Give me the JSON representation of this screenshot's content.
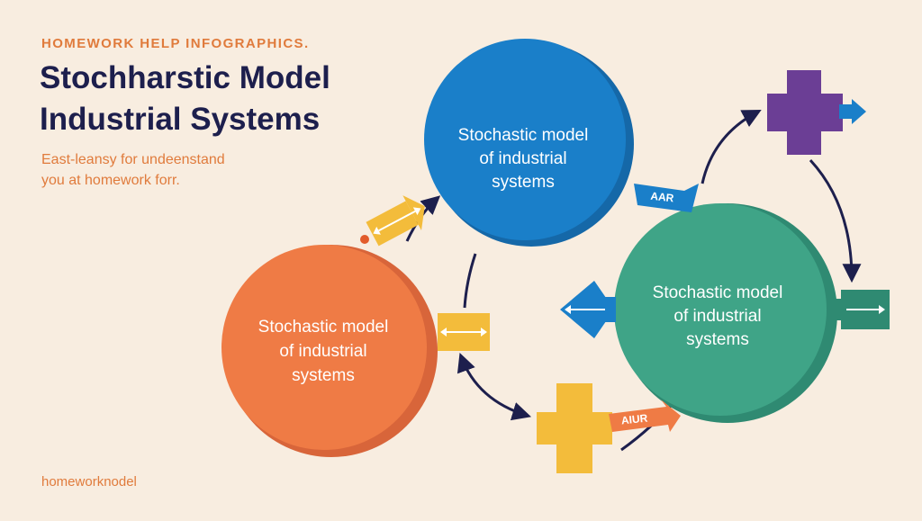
{
  "header": {
    "eyebrow": "HOMEWORK HELP INFOGRAPHICS.",
    "title_line1": "Stochharstic Model",
    "title_line2": "Industrial Systems",
    "subtitle_line1": "East-leansy for undeenstand",
    "subtitle_line2": "you at homework forr."
  },
  "footer": {
    "text": "homeworknodel"
  },
  "nodes": [
    {
      "id": "blue",
      "color": "#1a7fc9",
      "lines": [
        "Stochastic model",
        "of industrial",
        "systems"
      ]
    },
    {
      "id": "orange",
      "color": "#ef7b45",
      "lines": [
        "Stochastic model",
        "of industrial",
        "systems"
      ]
    },
    {
      "id": "teal",
      "color": "#3fa487",
      "lines": [
        "Stochastic model",
        "of  industrial",
        "systems"
      ]
    }
  ],
  "tags": {
    "blue_ribbon": "AAR",
    "orange_ribbon": "AIUR"
  },
  "colors": {
    "background": "#f8ede0",
    "accent_orange": "#e07b3c",
    "title_navy": "#1d1f4d",
    "connector": "#1d1f4d",
    "yellow": "#f3bc3b",
    "purple": "#6b3e95",
    "teal_dark": "#2f8a72",
    "blue": "#1a7fc9"
  },
  "icons": [
    "double-arrow-icon",
    "right-arrow-icon",
    "left-arrow-icon",
    "plus-icon"
  ]
}
